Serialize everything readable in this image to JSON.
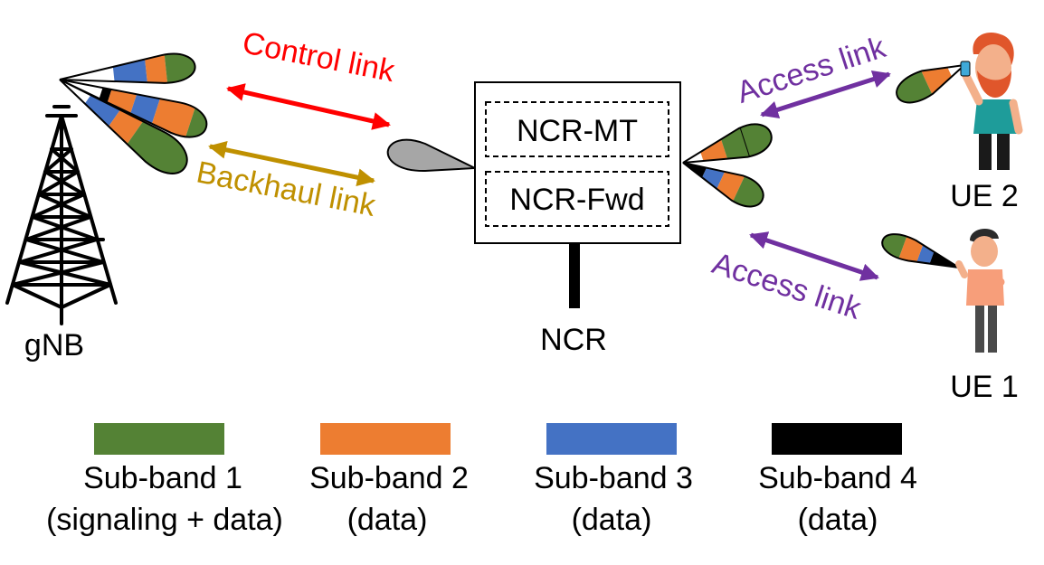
{
  "nodes": {
    "gnb_label": "gNB",
    "ncr_label": "NCR",
    "ncr_mt_label": "NCR-MT",
    "ncr_fwd_label": "NCR-Fwd",
    "ue1_label": "UE 1",
    "ue2_label": "UE 2"
  },
  "links": {
    "control": "Control link",
    "backhaul": "Backhaul link",
    "access_upper": "Access link",
    "access_lower": "Access link"
  },
  "colors": {
    "subband1": "#548235",
    "subband2": "#ED7D31",
    "subband3": "#4472C4",
    "subband4": "#000000",
    "gray_beam": "#A6A6A6",
    "control_arrow": "#FF0000",
    "backhaul_arrow": "#BF9000",
    "access_arrow": "#7030A0"
  },
  "legend": [
    {
      "line1": "Sub-band 1",
      "line2": "(signaling + data)",
      "color": "#548235"
    },
    {
      "line1": "Sub-band 2",
      "line2": "(data)",
      "color": "#ED7D31"
    },
    {
      "line1": "Sub-band 3",
      "line2": "(data)",
      "color": "#4472C4"
    },
    {
      "line1": "Sub-band 4",
      "line2": "(data)",
      "color": "#000000"
    }
  ]
}
